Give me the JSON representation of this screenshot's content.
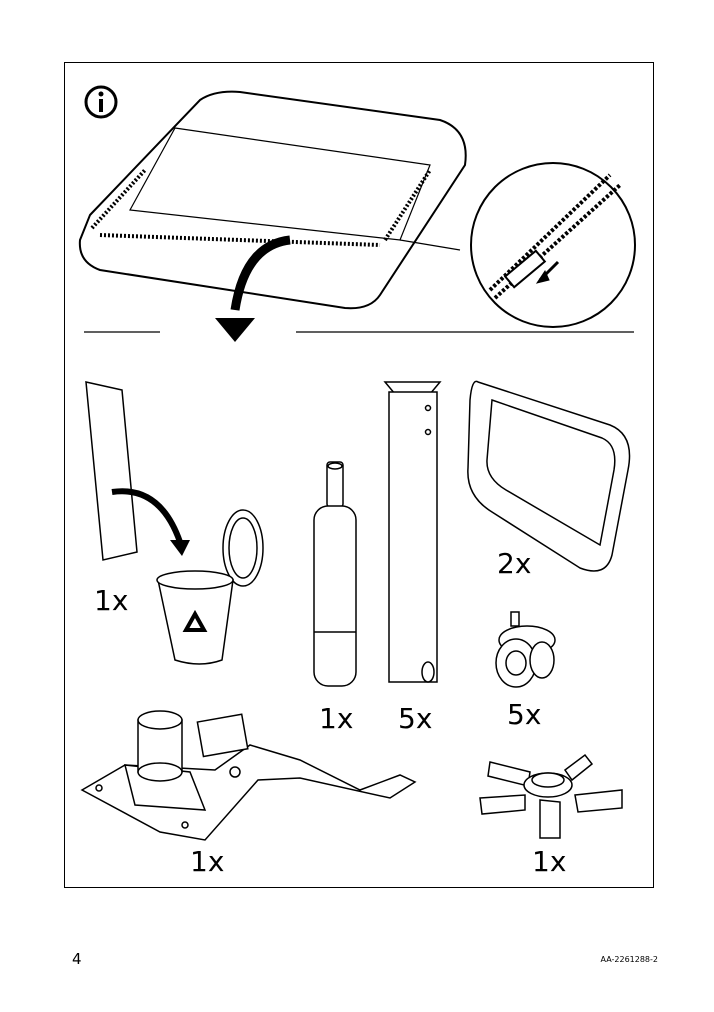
{
  "page": {
    "number": "4",
    "doc_code": "AA-2261288-2"
  },
  "info_icon": "info-icon",
  "parts": [
    {
      "name": "protective-sheet",
      "qty": "1x"
    },
    {
      "name": "gas-cylinder",
      "qty": "1x"
    },
    {
      "name": "base-leg",
      "qty": "5x"
    },
    {
      "name": "frame-ring",
      "qty": "2x"
    },
    {
      "name": "caster-wheel",
      "qty": "5x"
    },
    {
      "name": "tilt-mechanism",
      "qty": "1x"
    },
    {
      "name": "star-base-hub",
      "qty": "1x"
    }
  ],
  "colors": {
    "ink": "#000000",
    "paper": "#ffffff",
    "shade": "#e6e6e6"
  }
}
